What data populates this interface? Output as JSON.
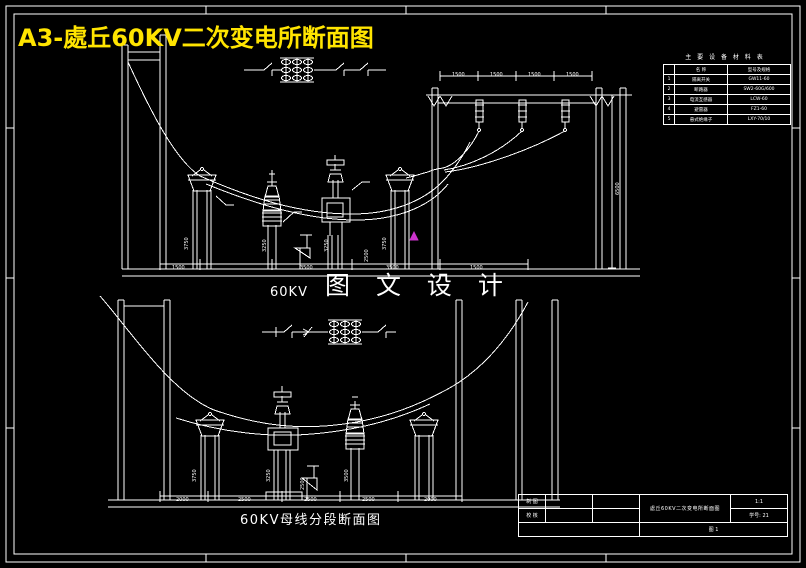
{
  "drawing": {
    "title": "A3-處丘60KV二次变电所断面图",
    "watermark": "图 文 设 计",
    "label_60kv": "60KV",
    "caption_bottom": "60KV母线分段断面图"
  },
  "material_table": {
    "title": "主 要 设 备 材 料 表",
    "headers": [
      "",
      "名 称",
      "型号及规格"
    ],
    "rows": [
      {
        "no": "1",
        "name": "隔离开关",
        "spec": "GW11-60"
      },
      {
        "no": "2",
        "name": "断路器",
        "spec": "SW2-60G/600"
      },
      {
        "no": "3",
        "name": "电流互感器",
        "spec": "LCW-60"
      },
      {
        "no": "4",
        "name": "避雷器",
        "spec": "FZ1-60"
      },
      {
        "no": "5",
        "name": "悬式绝缘子",
        "spec": "LXY-70/10"
      }
    ]
  },
  "title_block": {
    "row1_label": "制 图",
    "row2_label": "校 核",
    "sheet_name": "處丘60KV二次变电所断面图",
    "scale": "1:1",
    "student_no": "学号: 21",
    "page": "图 1"
  },
  "dimensions": {
    "upper_horizontal": [
      "1500",
      "3500",
      "3500",
      "1500"
    ],
    "upper_gantry_spans": [
      "1500",
      "1500",
      "1500",
      "1500"
    ],
    "upper_vertical_right": "6500",
    "upper_equipment_heights": [
      "3750",
      "3250",
      "3250",
      "2500",
      "3750"
    ],
    "lower_horizontal": [
      "2000",
      "2500",
      "2500",
      "2500",
      "2000"
    ],
    "lower_equipment_heights": [
      "3750",
      "3250",
      "3500",
      "2500"
    ]
  },
  "colors": {
    "background": "#000000",
    "line": "#ffffff",
    "title": "#ffe400",
    "accent": "#cc33cc"
  }
}
